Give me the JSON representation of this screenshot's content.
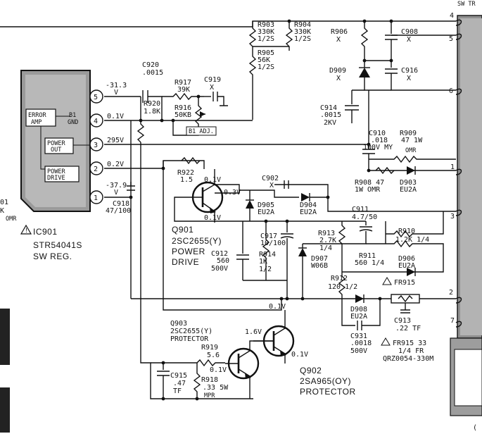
{
  "ic": {
    "ref": "IC901",
    "part": "STR54041S",
    "desc": "SW REG.",
    "blocks": {
      "error_amp": "ERROR\nAMP",
      "b1_gnd": "B1\nGND",
      "power_out": "POWER\nOUT",
      "power_drive": "POWER\nDRIVE"
    },
    "pins": [
      "1",
      "2",
      "3",
      "4",
      "5"
    ]
  },
  "voltages": {
    "p5": "-31.3",
    "p5u": "V",
    "p4": "0.1V",
    "p3": "295V",
    "p2": "0.2V",
    "p1": "-37.9",
    "p1u": "V",
    "q901_b": "0.1V",
    "q901_c": "0.3V",
    "q901_e": "0.1V",
    "q903_c": "1.6V",
    "q903_b": "0.1V",
    "q902_b": "0.1V",
    "bus": "0.1V"
  },
  "components": {
    "c920": [
      "C920",
      ".0015"
    ],
    "r917": [
      "R917",
      "39K"
    ],
    "c919": [
      "C919",
      "X"
    ],
    "r920": [
      "R920",
      "1.8K"
    ],
    "r916": [
      "R916",
      "50KB"
    ],
    "b1adj": "B1 ADJ.",
    "r903": [
      "R903",
      "330K",
      "1/2S"
    ],
    "r904": [
      "R904",
      "330K",
      "1/2S"
    ],
    "r905": [
      "R905",
      "56K",
      "1/2S"
    ],
    "r906": [
      "R906",
      "X"
    ],
    "d909": [
      "D909",
      "X"
    ],
    "c908": [
      "C908",
      "X"
    ],
    "c916": [
      "C916",
      "X"
    ],
    "c914": [
      "C914",
      ".0015",
      "2KV"
    ],
    "c910": [
      "C910",
      ".018",
      "100V MY"
    ],
    "r909": [
      "R909",
      "47 1W",
      "OMR"
    ],
    "r908": [
      "R908 47",
      "1W OMR"
    ],
    "d903": [
      "D903",
      "EU2A"
    ],
    "r922": [
      "R922",
      "1.5"
    ],
    "c902": [
      "C902",
      "X"
    ],
    "d905": [
      "D905",
      "EU2A"
    ],
    "d904": [
      "D904",
      "EU2A"
    ],
    "c911": [
      "C911",
      "4.7/50"
    ],
    "c918": [
      "C918",
      "47/100"
    ],
    "q901": [
      "Q901",
      "2SC2655(Y)",
      "POWER",
      "DRIVE"
    ],
    "c912": [
      "C912",
      "560",
      "500V"
    ],
    "c917": [
      "C917",
      "10/100"
    ],
    "r913": [
      "R913",
      "2.7K",
      "1/4"
    ],
    "r914": [
      "R914",
      "1K",
      "1/2"
    ],
    "d907": [
      "D907",
      "W06B"
    ],
    "r910": [
      "R910",
      "1.2K 1/4"
    ],
    "r911": [
      "R911",
      "560 1/4"
    ],
    "d906": [
      "D906",
      "EU2A"
    ],
    "r912": [
      "R912",
      "120 1/2"
    ],
    "fr915_top": "FR915",
    "d908": [
      "D908",
      "EU2A"
    ],
    "c913": [
      "C913",
      ".22 TF"
    ],
    "c931": [
      "C931",
      ".0018",
      "500V"
    ],
    "fr915": [
      "FR915 33",
      "1/4 FR",
      "QRZ0054-330M"
    ],
    "q903": [
      "Q903",
      "2SC2655(Y)",
      "PROTECTOR"
    ],
    "r919": [
      "R919",
      "5.6"
    ],
    "c915": [
      "C915",
      ".47",
      "TF"
    ],
    "r918": [
      "R918",
      ".33 5W",
      "MPR"
    ],
    "q902": [
      "Q902",
      "2SA965(OY)",
      "PROTECTOR"
    ]
  },
  "connector": {
    "header": "SW TR",
    "pins": [
      "4",
      "5",
      "6",
      "1",
      "3",
      "2",
      "7"
    ]
  },
  "edge_left": {
    "top": "01",
    "mid": "K",
    "bot": "OMR"
  },
  "bottom_right": "("
}
